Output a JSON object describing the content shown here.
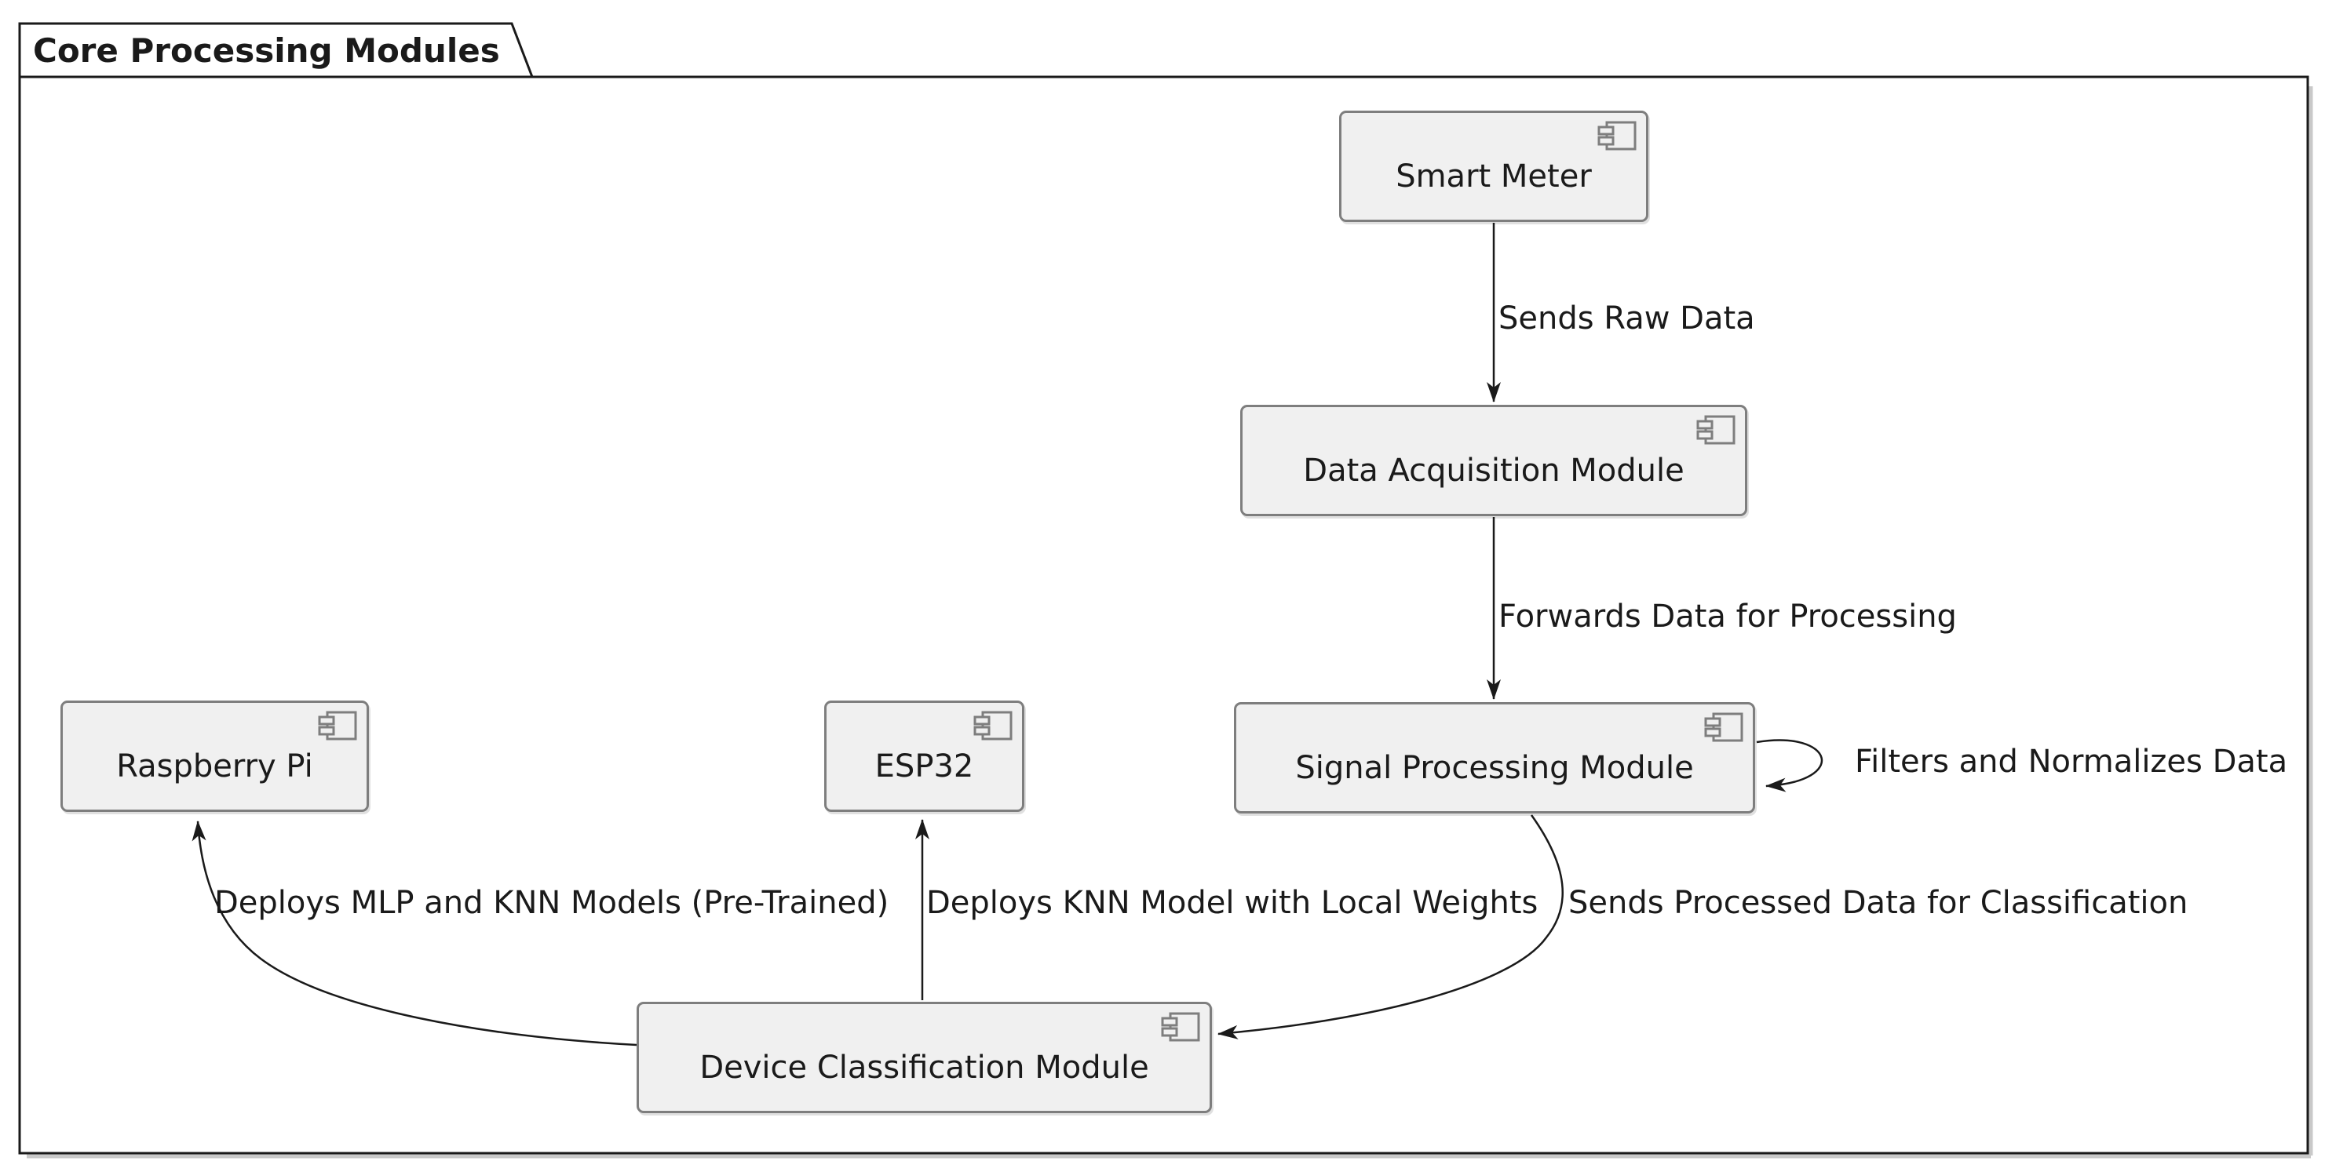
{
  "diagram": {
    "type": "uml-component-diagram",
    "frame": {
      "title": "Core Processing Modules"
    },
    "components": [
      {
        "id": "smart-meter",
        "label": "Smart Meter"
      },
      {
        "id": "data-acquisition",
        "label": "Data Acquisition Module"
      },
      {
        "id": "signal-processing",
        "label": "Signal Processing Module"
      },
      {
        "id": "raspberry-pi",
        "label": "Raspberry Pi"
      },
      {
        "id": "esp32",
        "label": "ESP32"
      },
      {
        "id": "device-classification",
        "label": "Device Classification Module"
      }
    ],
    "edges": [
      {
        "from": "Smart Meter",
        "to": "Data Acquisition Module",
        "label": "Sends Raw Data"
      },
      {
        "from": "Data Acquisition Module",
        "to": "Signal Processing Module",
        "label": "Forwards Data for Processing"
      },
      {
        "from": "Signal Processing Module",
        "to": "Signal Processing Module",
        "label": "Filters and Normalizes Data"
      },
      {
        "from": "Signal Processing Module",
        "to": "Device Classification Module",
        "label": "Sends Processed Data for Classification"
      },
      {
        "from": "Device Classification Module",
        "to": "ESP32",
        "label": "Deploys KNN Model with Local Weights"
      },
      {
        "from": "Device Classification Module",
        "to": "Raspberry Pi",
        "label": "Deploys MLP and KNN Models (Pre-Trained)"
      }
    ],
    "colors": {
      "background": "#FFFFFF",
      "component_fill": "#F0F0F0",
      "component_border": "#7E7E7E",
      "frame_border": "#1A1A1A",
      "arrow": "#1A1A1A",
      "text": "#1A1A1A"
    },
    "icons": [
      {
        "name": "component-icon",
        "meaning": "UML component glyph (rectangle with two connector tabs)"
      }
    ]
  }
}
